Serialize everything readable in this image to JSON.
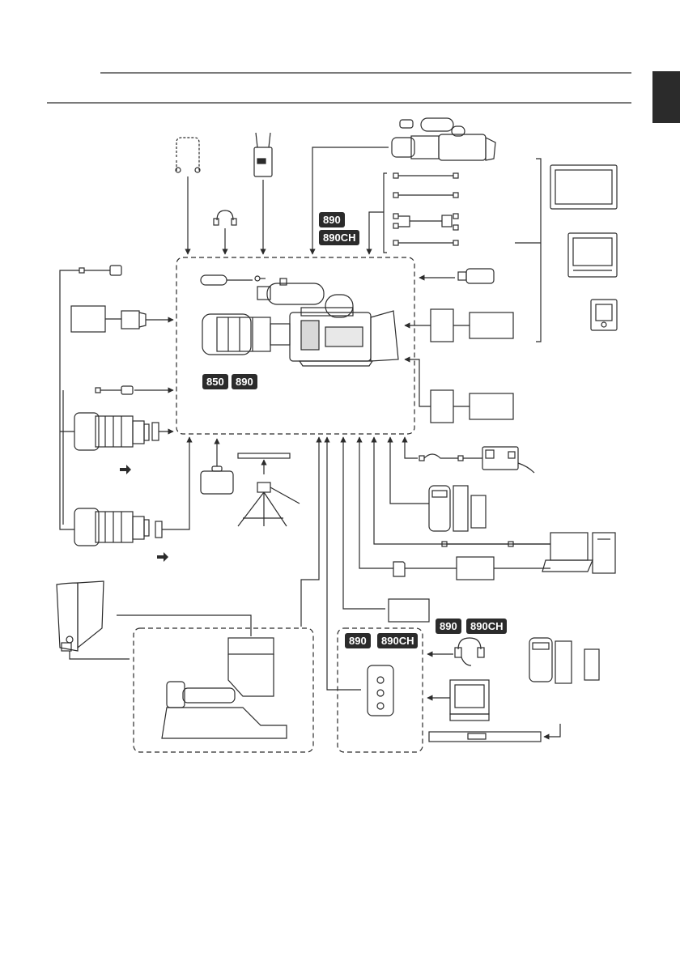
{
  "badges": {
    "top_890": "890",
    "top_890ch": "890CH",
    "main_850": "850",
    "main_890": "890",
    "right_890": "890",
    "right_890ch": "890CH",
    "box_890": "890",
    "box_890ch": "890CH"
  },
  "colors": {
    "line": "#2b2b2b",
    "badge_bg": "#2b2b2b",
    "badge_text": "#ffffff",
    "tab": "#2b2b2b"
  }
}
